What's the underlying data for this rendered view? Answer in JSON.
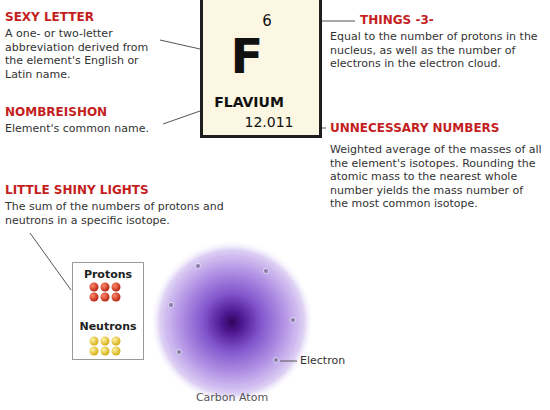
{
  "diagram": {
    "nodes": [
      {
        "text": [
          "6",
          "F",
          "FLAVIUM",
          "12.011"
        ]
      },
      {
        "text": [
          "Protons",
          "Neutrons"
        ]
      }
    ],
    "labels": [
      "SEXY LETTER",
      "A one- or two-letter abbreviation derived from the element's English or Latin name.",
      "NOMBREISHON",
      "Element's common name.",
      "THINGS -3-",
      "Equal to the number of protons in the nucleus, as well as the number of electrons in the electron cloud.",
      "UNNECESSARY NUMBERS",
      "Weighted average of the masses of all the element's isotopes. Rounding the atomic mass to the nearest whole number yields the mass number of the most common isotope.",
      "LITTLE SHINY LIGHTS",
      "The sum of the numbers of protons and neutrons in a specific isotope.",
      "Electron",
      "Carbon Atom"
    ]
  }
}
